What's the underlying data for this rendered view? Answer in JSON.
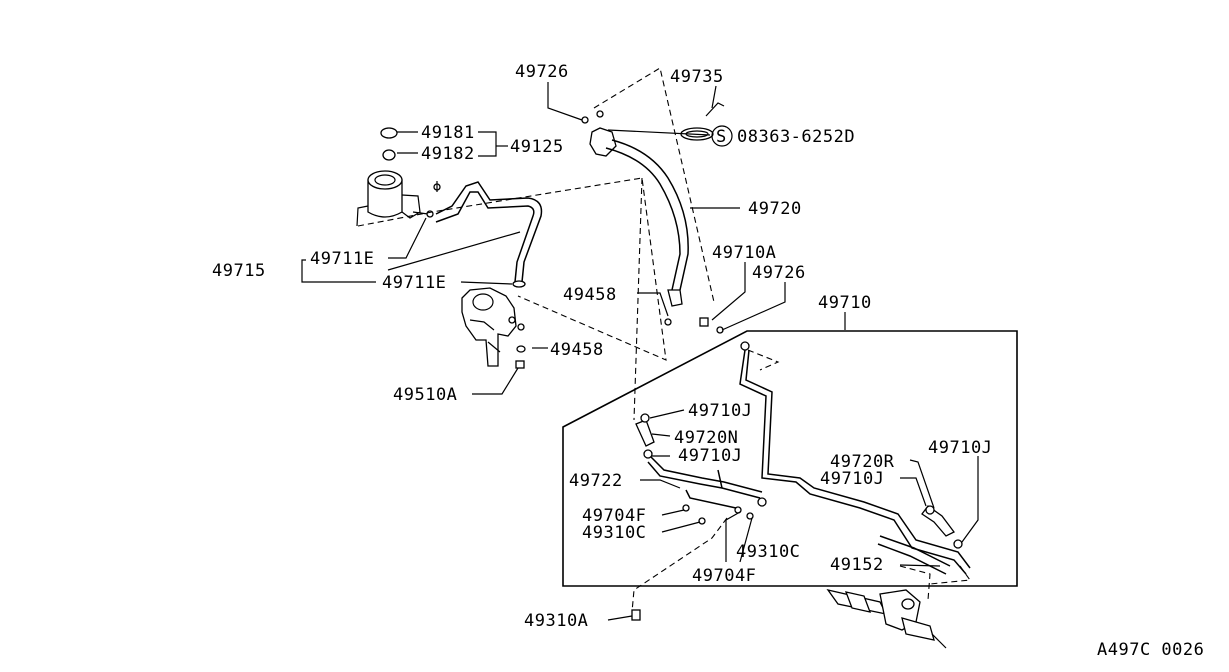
{
  "diagram_id": "A497C 0026",
  "labels": {
    "l49726_top": "49726",
    "l49735": "49735",
    "l49181": "49181",
    "l49182": "49182",
    "l49125": "49125",
    "l08363": "08363-6252D",
    "l49720": "49720",
    "l49711E_a": "49711E",
    "l49715": "49715",
    "l49711E_b": "49711E",
    "l49710A": "49710A",
    "l49726_mid": "49726",
    "l49458_a": "49458",
    "l49710": "49710",
    "l49458_b": "49458",
    "l49510A": "49510A",
    "l49710J_a": "49710J",
    "l49720N": "49720N",
    "l49710J_b": "49710J",
    "l49722": "49722",
    "l49720R": "49720R",
    "l49710J_c": "49710J",
    "l49710J_d": "49710J",
    "l49704F_a": "49704F",
    "l49310C_a": "49310C",
    "l49310C_b": "49310C",
    "l49152": "49152",
    "l49704F_b": "49704F",
    "l49310A": "49310A"
  },
  "symbols": {
    "standard_part_marker": "S"
  }
}
